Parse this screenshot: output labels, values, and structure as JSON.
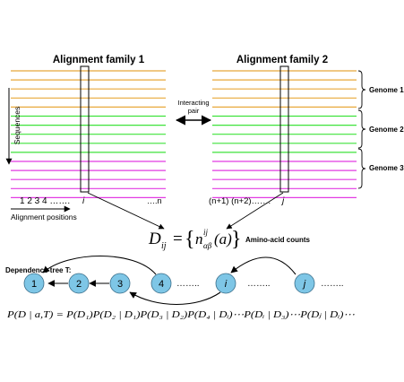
{
  "families": {
    "left_title": "Alignment family 1",
    "right_title": "Alignment family 2"
  },
  "axes": {
    "sequences": "Sequences",
    "positions": "Alignment positions"
  },
  "pair_label": [
    "Interacting",
    "pair"
  ],
  "left_positions": {
    "numbers": "1 2 3 4 …….",
    "i": "i",
    "end": "….n"
  },
  "right_positions": {
    "start": "(n+1) (n+2)…….",
    "j": "j"
  },
  "genomes": [
    "Genome 1",
    "Genome 2",
    "Genome 3"
  ],
  "genome_colors": [
    "#e8a83a",
    "#3ee23a",
    "#e23ae2"
  ],
  "formula": {
    "lhs": "D",
    "lhs_sub": "ij",
    "eq": "=",
    "open": "{",
    "n": "n",
    "n_sup": "ij",
    "n_sub": "αβ",
    "arg": "(a)",
    "close": "}",
    "caption": "Amino-acid counts"
  },
  "tree": {
    "title": "Dependence tree T:",
    "nodes": [
      "1",
      "2",
      "3",
      "4",
      "i",
      "j"
    ],
    "dots": "……..",
    "node_color": "#7ec6e6"
  },
  "likelihood": "P(D | a,T) = P(D₁)P(D₂ | D₁)P(D₃ | D₂)P(D₄ | Dᵢ)⋯P(Dᵢ | D₃)⋯P(Dⱼ | Dᵢ)⋯"
}
